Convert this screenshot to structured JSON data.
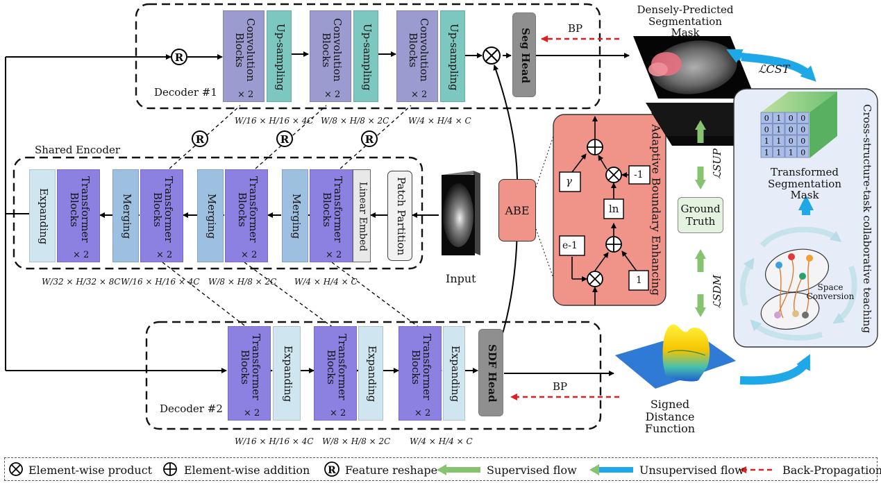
{
  "decoder1": {
    "label": "Decoder #1",
    "conv": "Convolution Blocks",
    "up": "Up-sampling",
    "times2": "× 2",
    "seg_head": "Seg Head",
    "dims": [
      "W/16 × H/16 × 4C",
      "W/8 × H/8 × 2C",
      "W/4 × H/4 × C"
    ]
  },
  "encoder": {
    "label": "Shared Encoder",
    "expanding": "Expanding",
    "transformer": "Transformer Blocks",
    "merging": "Merging",
    "linear_embed": "Linear Embed",
    "patch_partition": "Patch Partition",
    "times2": "× 2",
    "dims": [
      "W/32 × H/32 × 8C",
      "W/16 × H/16 × 4C",
      "W/8 × H/8 × 2C",
      "W/4 × H/4 × C"
    ],
    "input": "Input"
  },
  "decoder2": {
    "label": "Decoder #2",
    "transformer": "Transformer Blocks",
    "expanding": "Expanding",
    "times2": "× 2",
    "sdf_head": "SDF Head",
    "dims": [
      "W/16 × H/16 × 4C",
      "W/8 × H/8 × 2C",
      "W/4 × H/4 × C"
    ]
  },
  "bp": "BP",
  "abe": {
    "box": "ABE",
    "title": "Adaptive Boundary Enhancing",
    "gamma": "γ",
    "neg1": "-1",
    "ln": "ln",
    "e1": "e-1",
    "one": "1"
  },
  "outputs": {
    "seg_mask": "Densely-Predicted Segmentation Mask",
    "sdf": "Signed Distance Function",
    "ground_truth": "Ground Truth"
  },
  "losses": {
    "cst": "ℒCST",
    "sup": "ℒSUP",
    "sdm": "ℒSDM"
  },
  "cst_panel": {
    "title": "Cross-structure-task collaborative teaching",
    "transformed": "Transformed Segmentation Mask",
    "space_conversion": "Space Conversion",
    "grid": [
      [
        "0",
        "1",
        "0",
        "0"
      ],
      [
        "0",
        "1",
        "0",
        "0"
      ],
      [
        "1",
        "1",
        "0",
        "0"
      ],
      [
        "1",
        "1",
        "1",
        "0"
      ]
    ]
  },
  "legend": {
    "product": "Element-wise product",
    "addition": "Element-wise addition",
    "reshape": "Feature reshape",
    "supervised": "Supervised flow",
    "unsupervised": "Unsupervised flow",
    "backprop": "Back-Propagation"
  },
  "colors": {
    "transformer": "#8c80e0",
    "expanding": "#cfe6f0",
    "merging": "#9dbfe0",
    "conv": "#9b9bd0",
    "upsampling": "#7cc8c0",
    "head": "#8f8f8f",
    "abe": "#f0948a",
    "supervised": "#86c270",
    "unsupervised": "#1fa8e8",
    "backprop": "#e02020"
  }
}
